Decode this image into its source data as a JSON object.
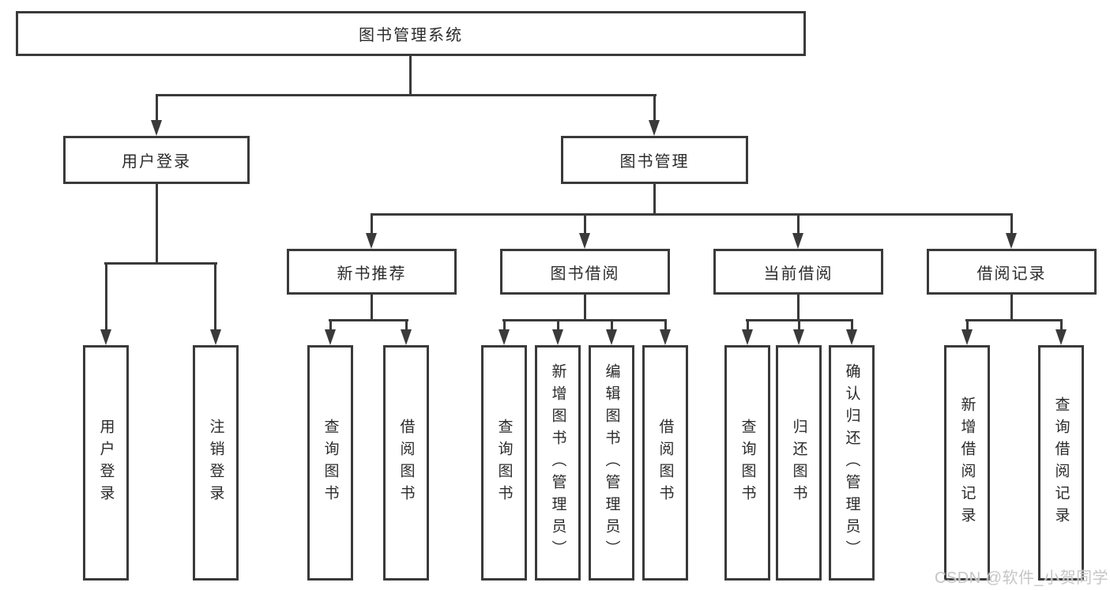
{
  "diagram": {
    "title": "图书管理系统",
    "root": {
      "label": "图书管理系统"
    },
    "user_login": {
      "label": "用户登录",
      "children": [
        "用户登录",
        "注销登录"
      ]
    },
    "book_mgmt": {
      "label": "图书管理",
      "sections": [
        {
          "label": "新书推荐",
          "children": [
            "查询图书",
            "借阅图书"
          ]
        },
        {
          "label": "图书借阅",
          "children": [
            "查询图书",
            "新增图书（管理员）",
            "编辑图书（管理员）",
            "借阅图书"
          ]
        },
        {
          "label": "当前借阅",
          "children": [
            "查询图书",
            "归还图书",
            "确认归还（管理员）"
          ]
        },
        {
          "label": "借阅记录",
          "children": [
            "新增借阅记录",
            "查询借阅记录"
          ]
        }
      ]
    }
  },
  "watermark": {
    "text": "CSDN @软件_小贺同学"
  },
  "colors": {
    "line": "#3a3a3a",
    "text": "#2b2b2b",
    "watermark": "#c8c6c4",
    "background": "#ffffff"
  }
}
